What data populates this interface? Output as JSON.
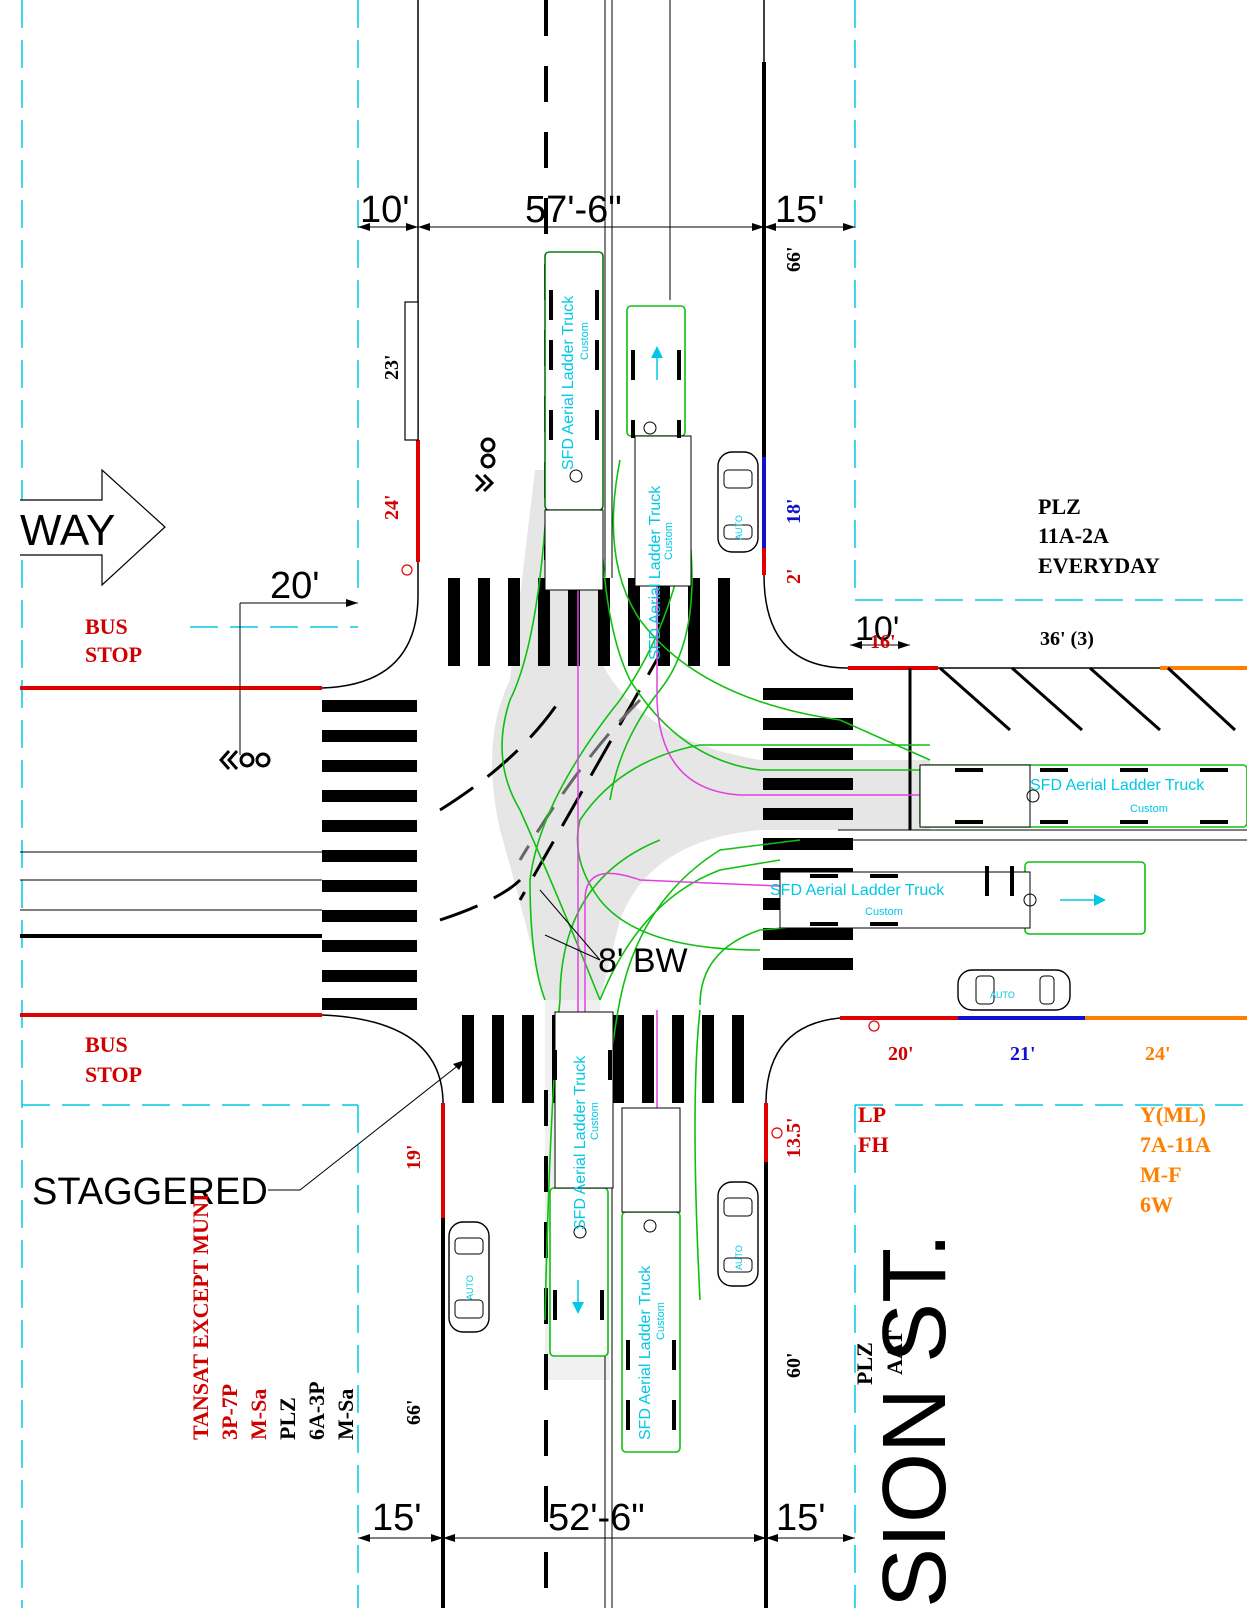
{
  "colors": {
    "red_curb": "#e00000",
    "blue_curb": "#1010d0",
    "orange_curb": "#ff8000",
    "truck_path": "#10c010",
    "vehicle_centerline": "#e040e0",
    "property_line": "#00c8e6",
    "label_red": "#d00000",
    "label_blue": "#1010d0",
    "label_orange": "#ff8000",
    "swept_fill": "#e6e6e6"
  },
  "dimensions": {
    "top_left_sidewalk": "10'",
    "top_roadway": "57'-6\"",
    "top_right_sidewalk": "15'",
    "bottom_left_sidewalk": "15'",
    "bottom_roadway": "52'-6\"",
    "bottom_right_sidewalk": "15'",
    "west_setback": "20'",
    "east_sidewalk": "10'",
    "crosswalk_width": "8' BW"
  },
  "curb_labels": {
    "north_west_white": "23'",
    "north_west_red": "24'",
    "north_east_total": "66'",
    "north_east_blue": "18'",
    "north_east_red": "2'",
    "east_north_red": "16'",
    "east_north_diagonal": "36' (3)",
    "east_south_red": "20'",
    "east_south_blue": "21'",
    "east_south_orange": "24'",
    "south_west_red": "19'",
    "south_west_total": "66'",
    "south_east_red": "13.5'",
    "south_east_total": "60'"
  },
  "signs": {
    "bus_stop_upper_1": "BUS",
    "bus_stop_upper_2": "STOP",
    "bus_stop_lower_1": "BUS",
    "bus_stop_lower_2": "STOP",
    "plz_ne_1": "PLZ",
    "plz_ne_2": "11A-2A",
    "plz_ne_3": "EVERYDAY",
    "lp": "LP",
    "fh": "FH",
    "yml_1": "Y(ML)",
    "yml_2": "7A-11A",
    "yml_3": "M-F",
    "yml_4": "6W",
    "plz_se_1": "PLZ",
    "plz_se_2": "AAT",
    "tansat_1": "TANSAT EXCEPT MUNI",
    "tansat_2": "3P-7P",
    "tansat_3": "M-Sa",
    "tansat_4": "PLZ",
    "tansat_5": "6A-3P",
    "tansat_6": "M-Sa"
  },
  "annotations": {
    "staggered_label": "STAGGERED",
    "one_way": "WAY",
    "street_name_partial": "SION ST."
  },
  "vehicle": {
    "truck_name": "SFD Aerial Ladder Truck",
    "truck_sub": "Custom",
    "car_name": "AUTO"
  }
}
